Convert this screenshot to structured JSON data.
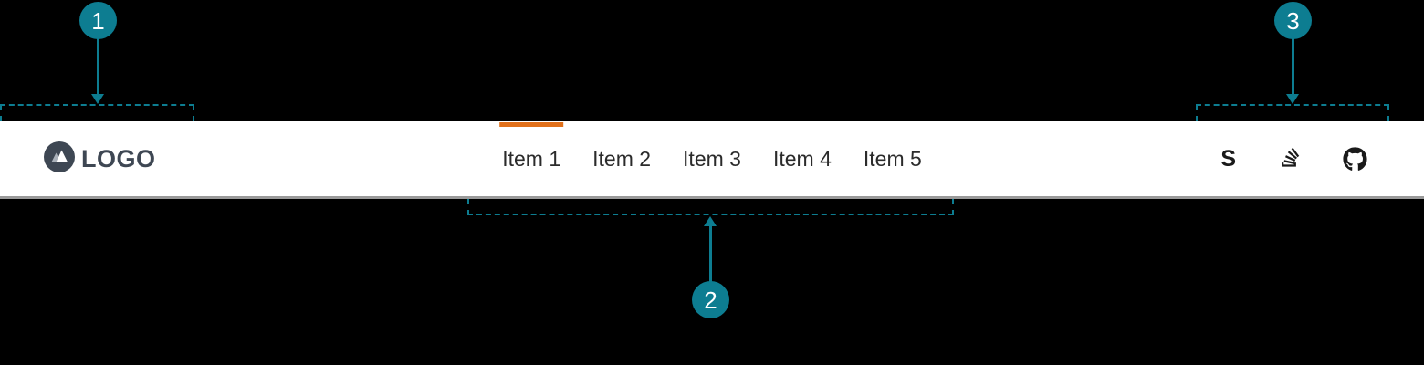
{
  "navbar": {
    "logo": {
      "text": "LOGO",
      "icon": "mountain-logo-icon"
    },
    "items": [
      {
        "label": "Item 1",
        "active": true
      },
      {
        "label": "Item 2",
        "active": false
      },
      {
        "label": "Item 3",
        "active": false
      },
      {
        "label": "Item 4",
        "active": false
      },
      {
        "label": "Item 5",
        "active": false
      }
    ],
    "social_icons": [
      {
        "name": "stackexchange-icon",
        "glyph": "S"
      },
      {
        "name": "stackoverflow-icon"
      },
      {
        "name": "github-icon"
      }
    ]
  },
  "annotations": {
    "callouts": [
      {
        "number": "1"
      },
      {
        "number": "2"
      },
      {
        "number": "3"
      }
    ]
  },
  "colors": {
    "accent_teal": "#0d7d91",
    "active_orange": "#e1701a",
    "logo_slate": "#3e4753",
    "nav_text": "#2b2b2b",
    "icon_black": "#1a1a1a",
    "navbar_bg": "#ffffff",
    "navbar_border": "#9a9a9a",
    "page_bg": "#000000",
    "badge_text": "#ffffff",
    "mountain_gray": "#a9b0b9"
  }
}
